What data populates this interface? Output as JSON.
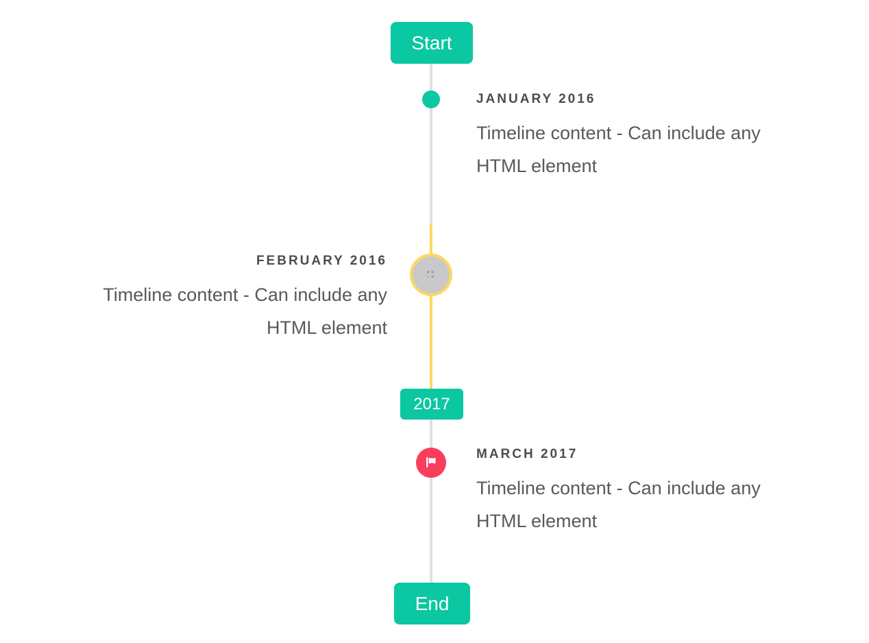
{
  "colors": {
    "teal": "#0bc7a2",
    "yellow": "#fcd85e",
    "red": "#fb3d5c",
    "line_gray": "#e0e0e1",
    "marker_gray": "#c9c9cb",
    "label_text": "#4b4c4e",
    "content_text": "#58595b"
  },
  "timeline": {
    "start_badge": "Start",
    "year_badge": "2017",
    "end_badge": "End",
    "events": [
      {
        "date_label": "JANUARY 2016",
        "content": "Timeline content - Can include any HTML element",
        "side": "right",
        "marker": "teal-dot"
      },
      {
        "date_label": "FEBRUARY 2016",
        "content": "Timeline content - Can include any HTML element",
        "side": "left",
        "marker": "image-placeholder-circle"
      },
      {
        "date_label": "MARCH 2017",
        "content": "Timeline content - Can include any HTML element",
        "side": "right",
        "marker": "flag-milestone"
      }
    ]
  }
}
